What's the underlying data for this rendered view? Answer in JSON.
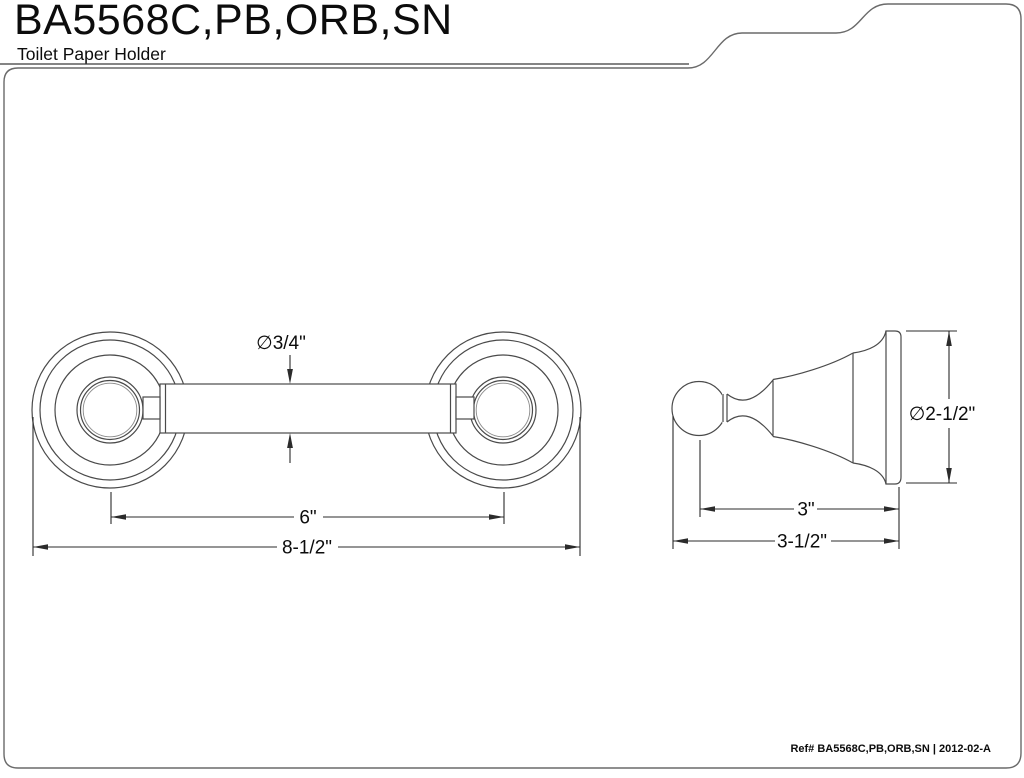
{
  "header": {
    "title": "BA5568C,PB,ORB,SN",
    "subtitle": "Toilet Paper Holder"
  },
  "footer": {
    "ref": "Ref# BA5568C,PB,ORB,SN | 2012-02-A"
  },
  "views": {
    "front": {
      "dim_bar_diameter": "∅3/4\"",
      "dim_center_spacing": "6\"",
      "dim_overall_width": "8-1/2\""
    },
    "side": {
      "dim_flange_diameter": "∅2-1/2\"",
      "dim_projection": "3\"",
      "dim_overall_projection": "3-1/2\""
    }
  },
  "colors": {
    "background": "#ffffff",
    "outline": "#4a4a4a",
    "dimension": "#2b2b2b",
    "text": "#0c0c0c"
  }
}
